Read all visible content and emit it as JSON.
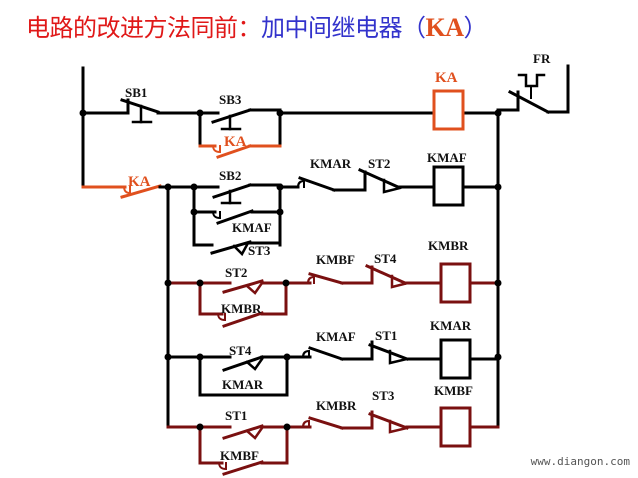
{
  "title": {
    "part1": "电路的改进方法同前：",
    "part2": "加中间继电器（",
    "part3": "KA",
    "part4": "）"
  },
  "colors": {
    "title_red": "#e01818",
    "title_blue": "#3333cc",
    "ka_orange": "#e0501e",
    "wire_black": "#000000",
    "wire_darkred": "#7a1010"
  },
  "labels": {
    "fr": "FR",
    "sb1": "SB1",
    "sb3": "SB3",
    "ka_hold": "KA",
    "ka_coil": "KA",
    "ka_main": "KA",
    "sb2": "SB2",
    "kmaf_hold": "KMAF",
    "st3_row2": "ST3",
    "kmar_row2": "KMAR",
    "st2_row2": "ST2",
    "kmaf_coil": "KMAF",
    "st2_row3": "ST2",
    "kmbr_hold": "KMBR",
    "kmbf_row3": "KMBF",
    "st4_row3": "ST4",
    "kmbr_coil": "KMBR",
    "st4_row4": "ST4",
    "kmar_hold": "KMAR",
    "kmaf_row4": "KMAF",
    "st1_row4": "ST1",
    "kmar_coil": "KMAR",
    "st1_row5": "ST1",
    "kmbf_hold": "KMBF",
    "kmbr_row5": "KMBR",
    "st3_row5": "ST3",
    "kmbf_coil": "KMBF"
  },
  "watermark": "www.diangon.com"
}
